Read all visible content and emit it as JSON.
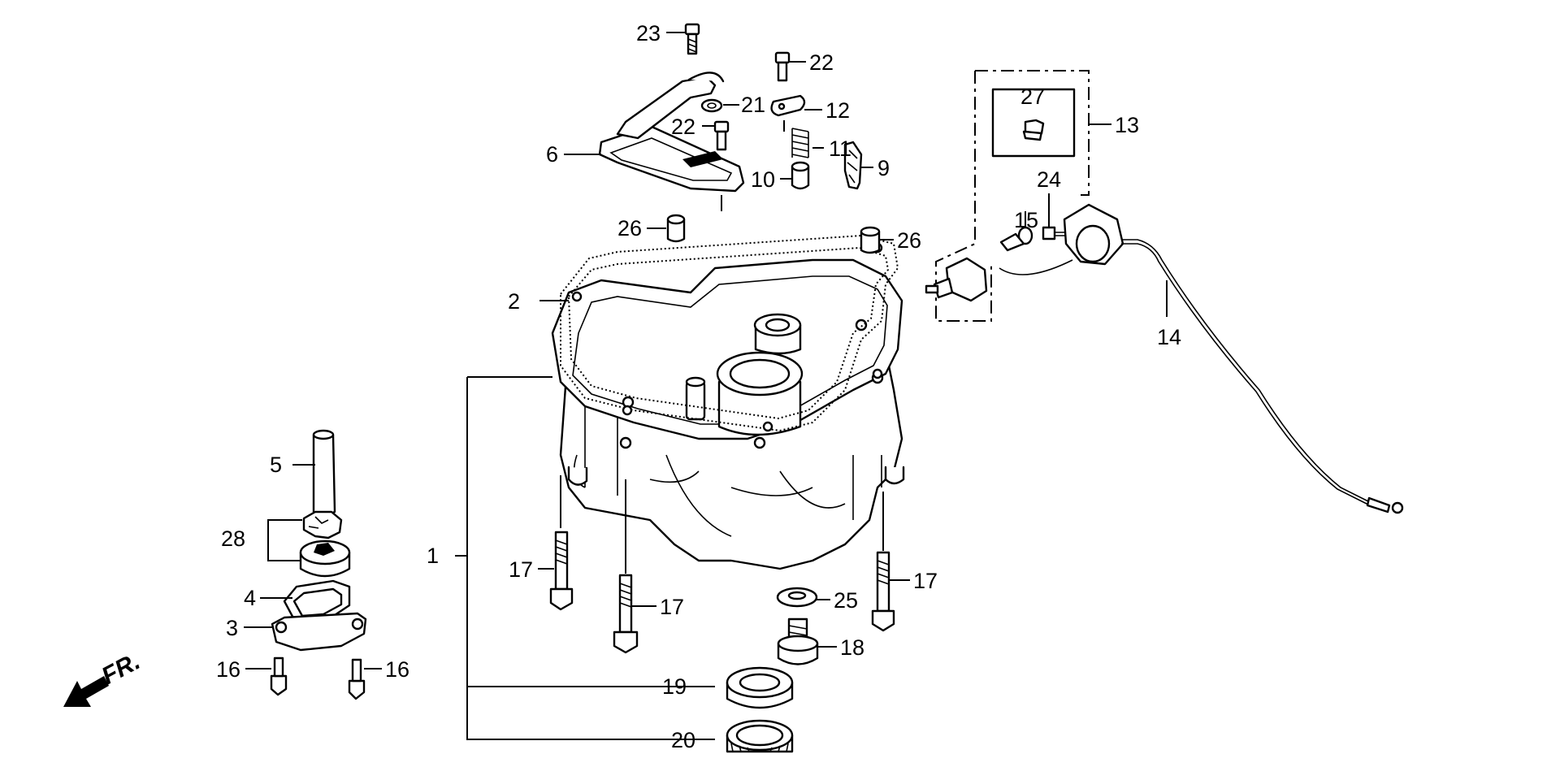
{
  "diagram": {
    "direction_label": "FR.",
    "callouts": [
      {
        "id": "c1",
        "text": "1"
      },
      {
        "id": "c2",
        "text": "2"
      },
      {
        "id": "c3",
        "text": "3"
      },
      {
        "id": "c4",
        "text": "4"
      },
      {
        "id": "c5",
        "text": "5"
      },
      {
        "id": "c6",
        "text": "6"
      },
      {
        "id": "c9",
        "text": "9"
      },
      {
        "id": "c10",
        "text": "10"
      },
      {
        "id": "c11",
        "text": "11"
      },
      {
        "id": "c12",
        "text": "12"
      },
      {
        "id": "c13",
        "text": "13"
      },
      {
        "id": "c14",
        "text": "14"
      },
      {
        "id": "c15",
        "text": "15"
      },
      {
        "id": "c16a",
        "text": "16"
      },
      {
        "id": "c16b",
        "text": "16"
      },
      {
        "id": "c17a",
        "text": "17"
      },
      {
        "id": "c17b",
        "text": "17"
      },
      {
        "id": "c17c",
        "text": "17"
      },
      {
        "id": "c18",
        "text": "18"
      },
      {
        "id": "c19",
        "text": "19"
      },
      {
        "id": "c20",
        "text": "20"
      },
      {
        "id": "c21",
        "text": "21"
      },
      {
        "id": "c22a",
        "text": "22"
      },
      {
        "id": "c22b",
        "text": "22"
      },
      {
        "id": "c23",
        "text": "23"
      },
      {
        "id": "c24",
        "text": "24"
      },
      {
        "id": "c25",
        "text": "25"
      },
      {
        "id": "c26a",
        "text": "26"
      },
      {
        "id": "c26b",
        "text": "26"
      },
      {
        "id": "c27",
        "text": "27"
      },
      {
        "id": "c28",
        "text": "28"
      }
    ]
  }
}
